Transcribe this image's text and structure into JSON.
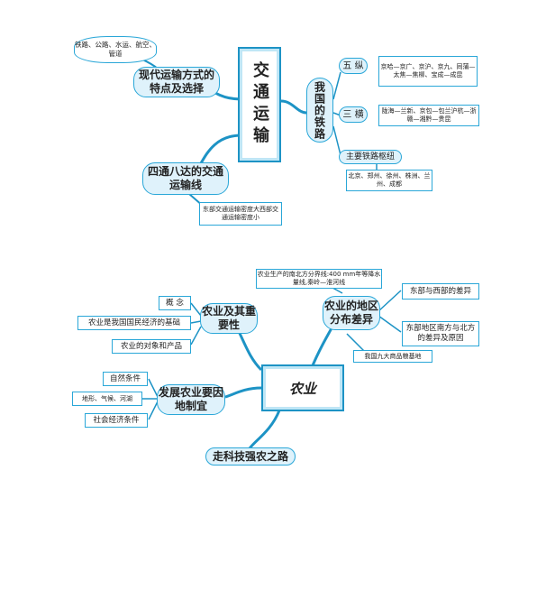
{
  "transport": {
    "title": "交通运输",
    "cloud_text": "铁路、公路、水运、航空、管道",
    "modern": "现代运输方式的特点及选择",
    "network": "四通八达的交通运输线",
    "density": "东部交通运输密度大西部交通运输密度小",
    "railway": "我国的铁路",
    "five_v_label": "五 纵",
    "five_v_text": "京哈—京广、京沪、京九、同蒲—太焦—焦柳、宝成—成昆",
    "three_h_label": "三 横",
    "three_h_text": "陇海—兰新、京包—包兰沪杭—浙赣—湘黔—贵昆",
    "hubs_label": "主要铁路枢纽",
    "hubs_text": "北京、郑州、徐州、株洲、兰州、成都"
  },
  "agriculture": {
    "title": "农业",
    "importance": "农业及其重要性",
    "concept": "概 念",
    "basis": "农业是我国国民经济的基础",
    "objects": "农业的对象和产品",
    "regional": "农业的地区分布差异",
    "boundary": "农业生产的南北方分界线:400 mm年等降水量线,秦岭—淮河线",
    "east_west": "东部与西部的差异",
    "north_south": "东部地区南方与北方的差异及原因",
    "grain_bases": "我国九大商品粮基地",
    "adapt": "发展农业要因地制宜",
    "natural": "自然条件",
    "terrain": "地形、气候、河湖",
    "social": "社会经济条件",
    "tech": "走科技强农之路"
  }
}
